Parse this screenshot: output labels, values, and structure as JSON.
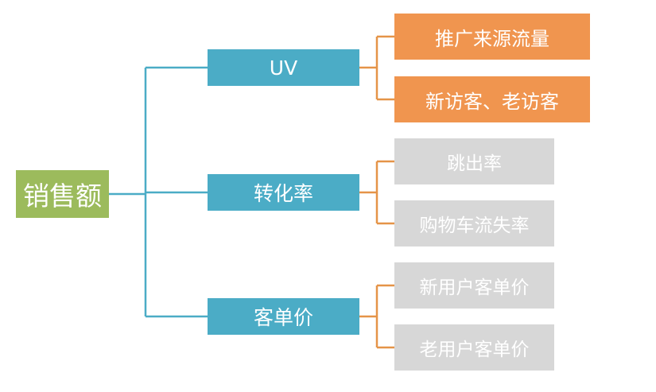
{
  "root": {
    "label": "销售额"
  },
  "branches": [
    {
      "label": "UV",
      "children": [
        "推广来源流量",
        "新访客、老访客"
      ]
    },
    {
      "label": "转化率",
      "children": [
        "跳出率",
        "购物车流失率"
      ]
    },
    {
      "label": "客单价",
      "children": [
        "新用户客单价",
        "老用户客单价"
      ]
    }
  ],
  "colors": {
    "root": "#9cbb5c",
    "branch": "#4bacc6",
    "leaf_highlight": "#f0954f",
    "leaf_default": "#d7d7d7",
    "connector_left": "#4bacc6",
    "connector_right": "#e59448"
  }
}
